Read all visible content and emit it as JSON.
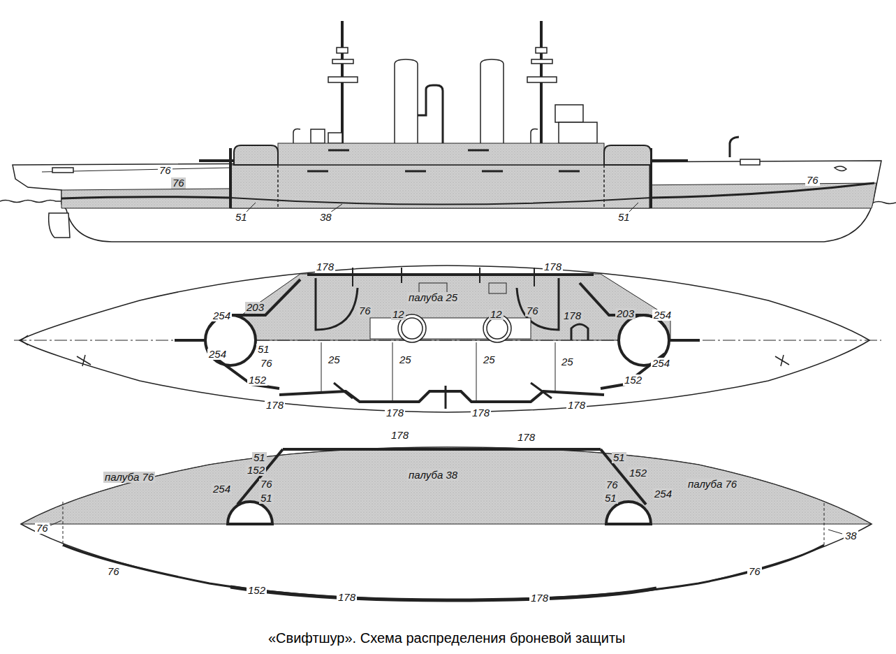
{
  "diagram": {
    "caption": "«Свифтшур». Схема распределения броневой защиты",
    "labels": [
      "76",
      "76",
      "51",
      "38",
      "51",
      "76",
      "178",
      "178",
      "203",
      "254",
      "палуба 25",
      "76",
      "12",
      "12",
      "76",
      "178",
      "203",
      "254",
      "51",
      "254",
      "76",
      "254",
      "152",
      "25",
      "25",
      "25",
      "25",
      "152",
      "178",
      "178",
      "178",
      "178",
      "178",
      "178",
      "51",
      "51",
      "152",
      "152",
      "палуба 38",
      "палуба 76",
      "76",
      "76",
      "254",
      "254",
      "51",
      "51",
      "палуба 76",
      "76",
      "38",
      "76",
      "76",
      "152",
      "178",
      "178"
    ]
  }
}
